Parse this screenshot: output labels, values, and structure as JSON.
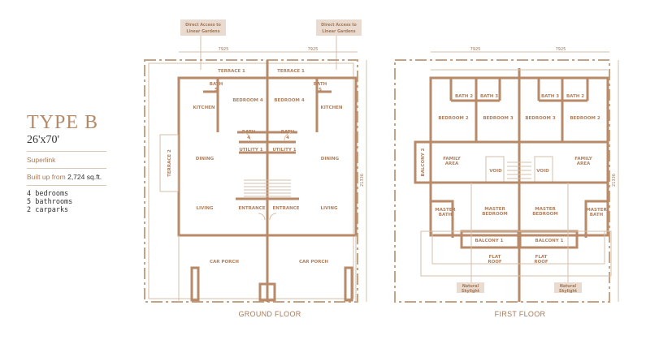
{
  "info": {
    "type": "TYPE B",
    "lot_size": "26'x70'",
    "category": "Superlink",
    "built_up_label": "Built up from",
    "built_up_value": "2,724 sq.ft.",
    "features": [
      "4 bedrooms",
      "5 bathrooms",
      "2 carparks"
    ]
  },
  "ground_floor": {
    "title": "GROUND FLOOR",
    "tags": [
      "Direct Access to",
      "Linear Gardens"
    ],
    "dims": {
      "width_left": "7925",
      "width_right": "7925",
      "depth": "21336"
    },
    "rooms": {
      "terrace1": "TERRACE 1",
      "terrace2": "TERRACE 2",
      "bath": "BATH",
      "bath5": "5",
      "bath4": "4",
      "bedroom4": "BEDROOM 4",
      "kitchen": "KITCHEN",
      "utility1": "UTILITY 1",
      "dining": "DINING",
      "living": "LIVING",
      "entrance": "ENTRANCE",
      "car_porch": "CAR PORCH"
    }
  },
  "first_floor": {
    "title": "FIRST FLOOR",
    "tags": [
      "Natural",
      "Skylight"
    ],
    "dims": {
      "width_left": "7925",
      "width_right": "7925",
      "depth": "21336"
    },
    "rooms": {
      "bath2": "BATH 2",
      "bath3": "BATH 3",
      "bedroom2": "BEDROOM 2",
      "bedroom3": "BEDROOM 3",
      "balcony2": "BALCONY 2",
      "family": "FAMILY",
      "area": "AREA",
      "void": "VOID",
      "master": "MASTER",
      "bath": "BATH",
      "bedroom": "BEDROOM",
      "balcony1": "BALCONY 1",
      "flat": "FLAT",
      "roof": "ROOF"
    }
  }
}
